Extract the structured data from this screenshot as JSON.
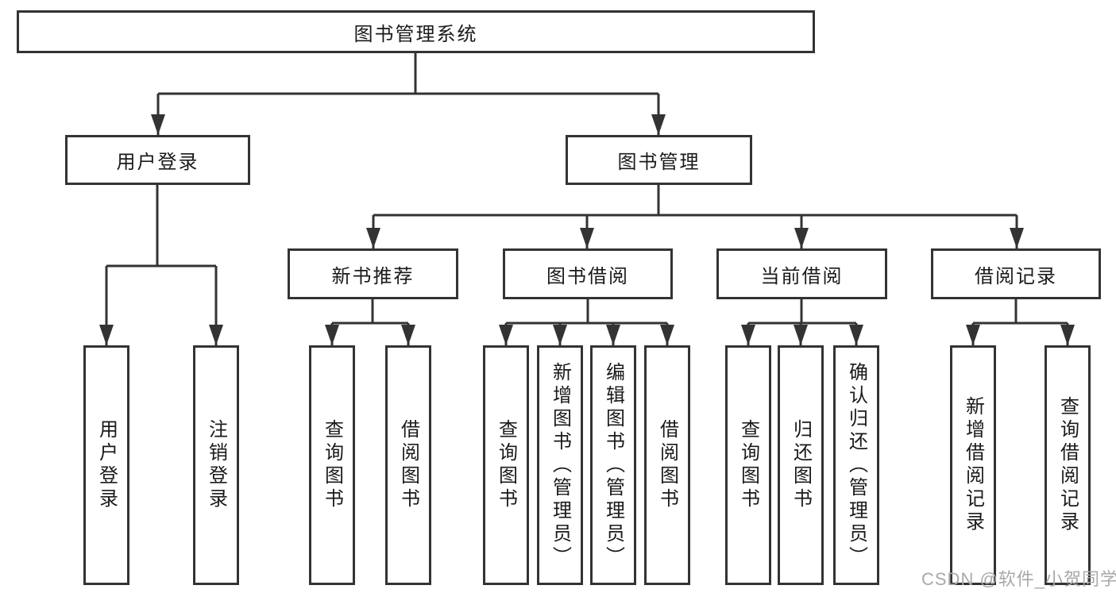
{
  "nodes": {
    "root": "图书管理系统",
    "user_login": "用户登录",
    "book_mgmt": "图书管理",
    "new_book_rec": "新书推荐",
    "book_borrow": "图书借阅",
    "current_borrow": "当前借阅",
    "borrow_record": "借阅记录",
    "ul_login": "用户登录",
    "ul_logout": "注销登录",
    "nbr_query": "查询图书",
    "nbr_borrow": "借阅图书",
    "bb_query": "查询图书",
    "bb_add": "新增图书（管理员）",
    "bb_edit": "编辑图书（管理员）",
    "bb_borrow": "借阅图书",
    "cb_query": "查询图书",
    "cb_return": "归还图书",
    "cb_confirm": "确认归还（管理员）",
    "br_add": "新增借阅记录",
    "br_query": "查询借阅记录"
  },
  "watermark": "CSDN @软件_小贺同学",
  "colors": {
    "line": "#333333",
    "text": "#1a1a1a",
    "watermark": "#a9a9a9",
    "background": "#ffffff"
  }
}
